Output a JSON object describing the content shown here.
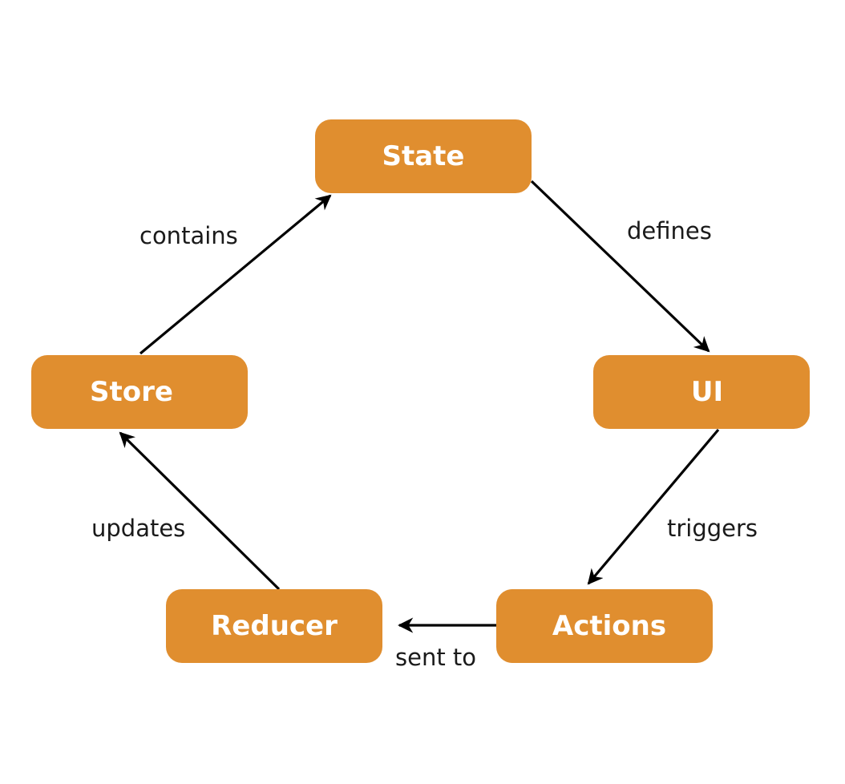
{
  "colors": {
    "node_fill": "#e08e2f",
    "node_text": "#ffffff",
    "edge": "#000000",
    "label_text": "#1a1a1a"
  },
  "nodes": {
    "state": "State",
    "ui": "UI",
    "actions": "Actions",
    "reducer": "Reducer",
    "store": "Store"
  },
  "edges": [
    {
      "from": "State",
      "to": "UI",
      "label": "defines"
    },
    {
      "from": "UI",
      "to": "Actions",
      "label": "triggers"
    },
    {
      "from": "Actions",
      "to": "Reducer",
      "label": "sent to"
    },
    {
      "from": "Reducer",
      "to": "Store",
      "label": "updates"
    },
    {
      "from": "Store",
      "to": "State",
      "label": "contains"
    }
  ]
}
